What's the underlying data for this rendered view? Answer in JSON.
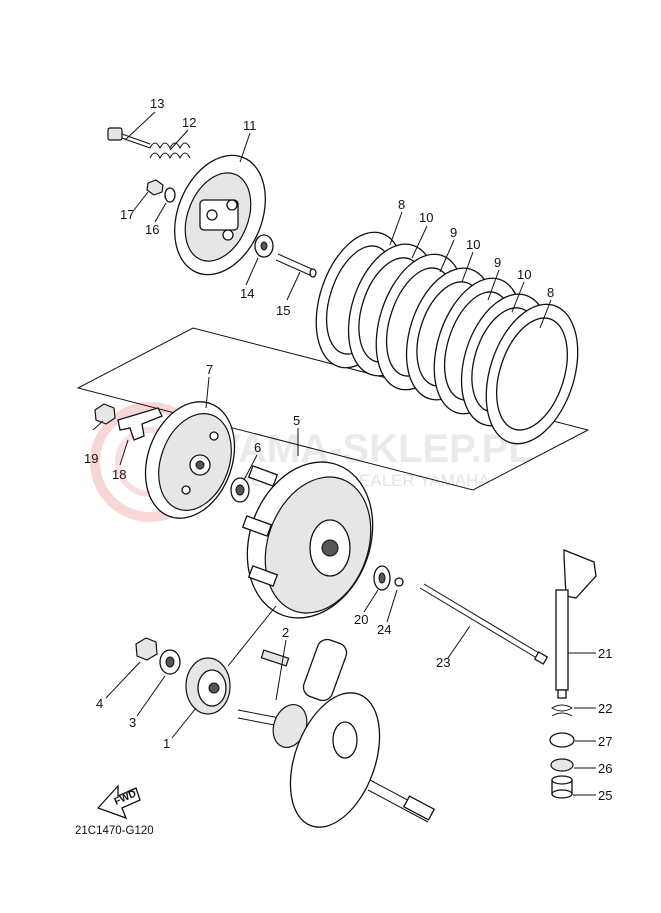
{
  "diagram": {
    "code": "21C1470-G120",
    "forward_label": "FWD",
    "watermark": {
      "brand": "YAMA-SKLEP.PL",
      "tagline": "ACICIEL CZ | DEALER YAMAHA"
    },
    "callouts": [
      {
        "id": "c13",
        "text": "13"
      },
      {
        "id": "c12",
        "text": "12"
      },
      {
        "id": "c11",
        "text": "11"
      },
      {
        "id": "c17",
        "text": "17"
      },
      {
        "id": "c16",
        "text": "16"
      },
      {
        "id": "c14",
        "text": "14"
      },
      {
        "id": "c15",
        "text": "15"
      },
      {
        "id": "c8a",
        "text": "8"
      },
      {
        "id": "c10a",
        "text": "10"
      },
      {
        "id": "c9a",
        "text": "9"
      },
      {
        "id": "c10b",
        "text": "10"
      },
      {
        "id": "c9b",
        "text": "9"
      },
      {
        "id": "c10c",
        "text": "10"
      },
      {
        "id": "c8b",
        "text": "8"
      },
      {
        "id": "c7",
        "text": "7"
      },
      {
        "id": "c19",
        "text": "19"
      },
      {
        "id": "c18",
        "text": "18"
      },
      {
        "id": "c5",
        "text": "5"
      },
      {
        "id": "c6",
        "text": "6"
      },
      {
        "id": "c20",
        "text": "20"
      },
      {
        "id": "c24",
        "text": "24"
      },
      {
        "id": "c23",
        "text": "23"
      },
      {
        "id": "c21",
        "text": "21"
      },
      {
        "id": "c22",
        "text": "22"
      },
      {
        "id": "c27",
        "text": "27"
      },
      {
        "id": "c26",
        "text": "26"
      },
      {
        "id": "c25",
        "text": "25"
      },
      {
        "id": "c2",
        "text": "2"
      },
      {
        "id": "c4",
        "text": "4"
      },
      {
        "id": "c3",
        "text": "3"
      },
      {
        "id": "c1",
        "text": "1"
      }
    ]
  }
}
